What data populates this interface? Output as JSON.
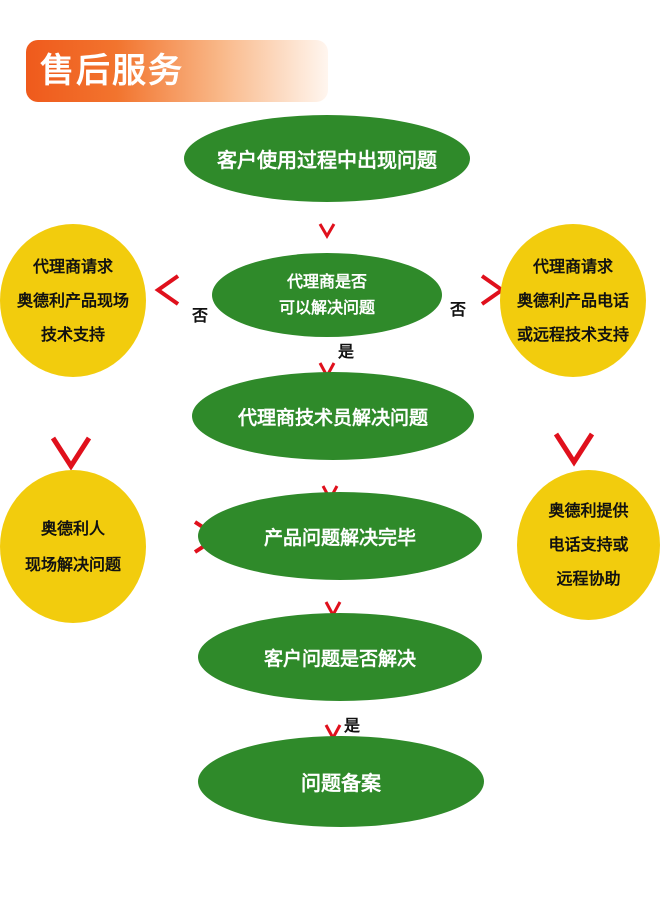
{
  "title": "售后服务",
  "nodes": {
    "start": "客户使用过程中出现问题",
    "decision": [
      "代理商是否",
      "可以解决问题"
    ],
    "agent_tech": "代理商技术员解决问题",
    "left_request": [
      "代理商请求",
      "奥德利产品现场",
      "技术支持"
    ],
    "right_request": [
      "代理商请求",
      "奥德利产品电话",
      "或远程技术支持"
    ],
    "left_onsite": [
      "奥德利人",
      "现场解决问题"
    ],
    "right_remote": [
      "奥德利提供",
      "电话支持或",
      "远程协助"
    ],
    "done": "产品问题解决完毕",
    "customer_check": "客户问题是否解决",
    "archive": "问题备案"
  },
  "labels": {
    "no_left": "否",
    "no_right": "否",
    "yes_1": "是",
    "yes_2": "是"
  },
  "colors": {
    "oval": "#2f8a2a",
    "circle": "#f2cc0d",
    "arrow": "#e0101c",
    "banner": "#ef5a1c"
  }
}
